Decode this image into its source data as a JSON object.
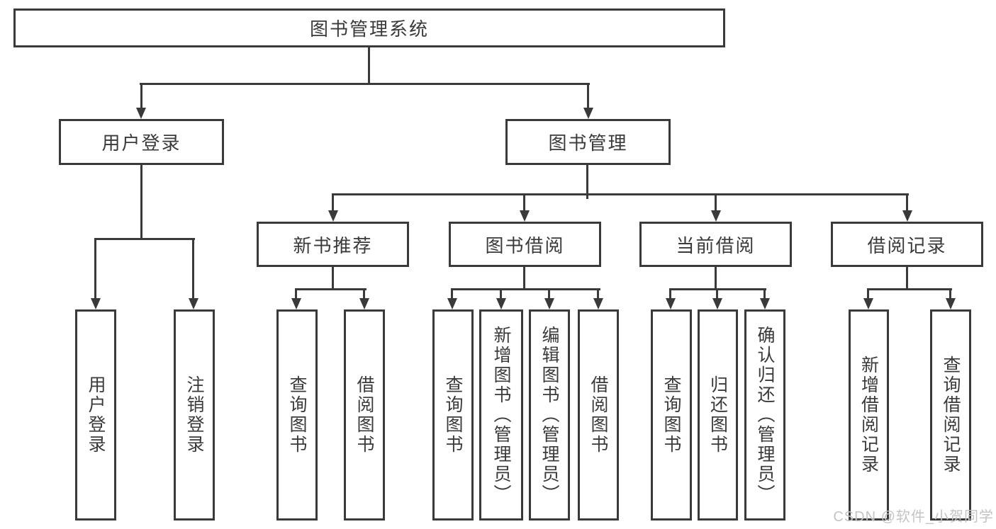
{
  "diagram": {
    "root": "图书管理系统",
    "branches": {
      "user_login": "用户登录",
      "book_management": "图书管理"
    },
    "modules": {
      "new_book_recommend": "新书推荐",
      "book_borrowing": "图书借阅",
      "current_borrowing": "当前借阅",
      "borrowing_records": "借阅记录"
    },
    "leaves": {
      "user_login": "用户登录",
      "logout": "注销登录",
      "query_books_recommend": "查询图书",
      "borrow_books_recommend": "借阅图书",
      "query_books_borrowing": "查询图书",
      "add_books_admin": "新增图书（管理员）",
      "edit_books_admin": "编辑图书（管理员）",
      "borrow_books_borrowing": "借阅图书",
      "query_books_current": "查询图书",
      "return_books": "归还图书",
      "confirm_return_admin": "确认归还（管理员）",
      "add_borrow_record": "新增借阅记录",
      "query_borrow_record": "查询借阅记录"
    },
    "watermark": "CSDN @软件_小贺同学",
    "colors": {
      "line": "#3a3a3a",
      "text": "#3a3a3a",
      "watermark": "#c4c4c4",
      "background": "#ffffff"
    }
  }
}
